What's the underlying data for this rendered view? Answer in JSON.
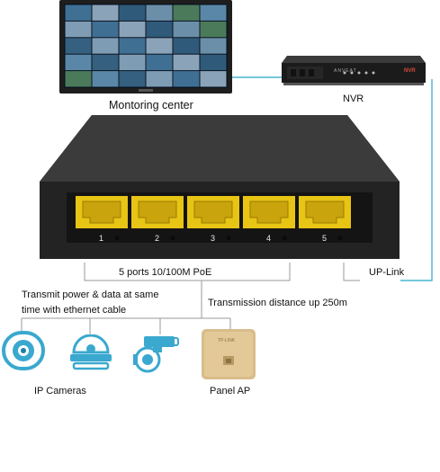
{
  "labels": {
    "monitoring_center": "Montoring center",
    "nvr": "NVR",
    "nvr_brand": "NVR",
    "nvr_panel_text": "ANVEAT",
    "ports_desc": "5 ports 10/100M PoE",
    "uplink": "UP-Link",
    "transmit_line1": "Transmit power & data at same",
    "transmit_line2": "time with ethernet cable",
    "distance": "Transmission distance up 250m",
    "ip_cameras": "IP Cameras",
    "panel_ap": "Panel AP",
    "ap_brand": "TP-LINK"
  },
  "ports": [
    "1",
    "2",
    "3",
    "4",
    "5"
  ],
  "colors": {
    "switch_body": "#2b2b2b",
    "port_bay": "#e8c414",
    "camera_icon": "#3aa8cf",
    "uplink_wire": "#47b6cf",
    "panel_ap": "#d8bd8a"
  },
  "icons": {
    "monitor": "monitor-video-wall-icon",
    "nvr": "nvr-recorder-icon",
    "switch": "poe-switch-icon",
    "cam1": "fisheye-camera-icon",
    "cam2": "dome-camera-icon",
    "cam3": "bullet-camera-icon",
    "ap": "panel-ap-icon"
  }
}
